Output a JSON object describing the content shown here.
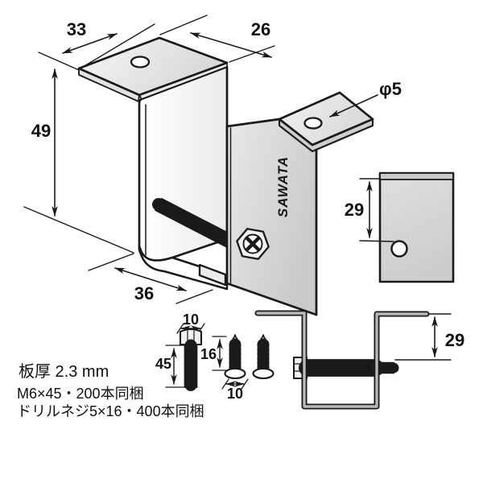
{
  "brand_logo": "SAWATA",
  "main_view": {
    "dim_top_width": "33",
    "dim_top_depth": "26",
    "dim_height": "49",
    "dim_bottom_width": "36",
    "hole_diameter_label": "φ5"
  },
  "side_view": {
    "dim_hole_offset": "29"
  },
  "profile_view": {
    "dim_flange_to_bolt": "29"
  },
  "hardware": {
    "bolt_head_width": "10",
    "bolt_length": "45",
    "screw_length": "16",
    "screw_head_width": "10"
  },
  "notes": {
    "line1": "板厚 2.3 mm",
    "line2": "M6×45・200本同梱",
    "line3": "ドリルネジ5×16・400本同梱"
  },
  "colors": {
    "line": "#1a1a1a",
    "metal_light": "#f2f3f4",
    "metal_mid": "#d8dadc",
    "metal_dark": "#c6c8ca",
    "background": "#ffffff"
  }
}
